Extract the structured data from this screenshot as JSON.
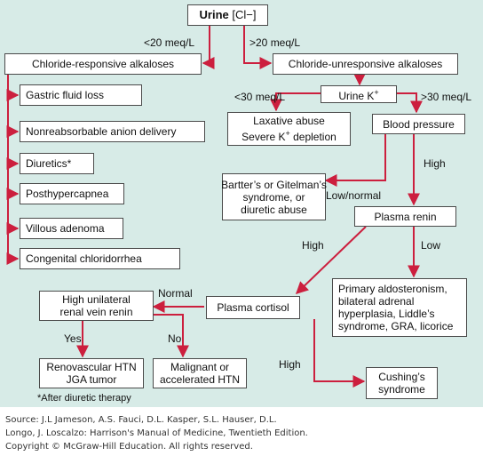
{
  "colors": {
    "panel": "#d7ebe7",
    "arrow": "#cc1f3e",
    "border": "#4a4a4a"
  },
  "nodes": {
    "urine": {
      "bold": "Urine",
      "rest": " [Cl−]"
    },
    "cl_responsive": "Chloride-responsive alkaloses",
    "cl_unresponsive": "Chloride-unresponsive alkaloses",
    "gastric": "Gastric fluid loss",
    "nonreabsorbable": "Nonreabsorbable anion delivery",
    "diuretics": "Diuretics*",
    "posthypercapnea": "Posthypercapnea",
    "villous": "Villous adenoma",
    "congenital": "Congenital chloridorrhea",
    "urine_k": {
      "text": "Urine K",
      "sup": "+"
    },
    "laxative": {
      "line1": "Laxative abuse",
      "line2_pre": "Severe K",
      "line2_sup": "+",
      "line2_post": " depletion"
    },
    "blood_pressure": "Blood pressure",
    "bartter": {
      "line1": "Bartter’s or Gitelman’s",
      "line2": "syndrome, or",
      "line3": "diuretic abuse"
    },
    "plasma_renin": "Plasma renin",
    "primary_aldo": {
      "line1": "Primary aldosteronism,",
      "line2": "bilateral adrenal",
      "line3": "hyperplasia, Liddle’s",
      "line4": "syndrome, GRA, licorice"
    },
    "high_unilateral": {
      "line1": "High unilateral",
      "line2": "renal vein renin"
    },
    "plasma_cortisol": "Plasma cortisol",
    "renovascular": {
      "line1": "Renovascular HTN",
      "line2": "JGA tumor"
    },
    "malignant": {
      "line1": "Malignant or",
      "line2": "accelerated HTN"
    },
    "cushings": {
      "line1": "Cushing’s",
      "line2": "syndrome"
    }
  },
  "edge_labels": {
    "lt20": "<20 meq/L",
    "gt20": ">20 meq/L",
    "lt30": "<30 meq/L",
    "gt30": ">30 meq/L",
    "high_bp": "High",
    "low_normal": "Low/normal",
    "high_renin": "High",
    "low_renin": "Low",
    "normal": "Normal",
    "yes": "Yes",
    "no": "No",
    "high_cortisol": "High"
  },
  "footnote": "*After diuretic therapy",
  "source": {
    "line1": "Source: J.L Jameson, A.S. Fauci, D.L. Kasper, S.L. Hauser, D.L.",
    "line2": "Longo, J. Loscalzo: Harrison's Manual of Medicine, Twentieth Edition.",
    "line3": "Copyright © McGraw-Hill Education. All rights reserved."
  }
}
